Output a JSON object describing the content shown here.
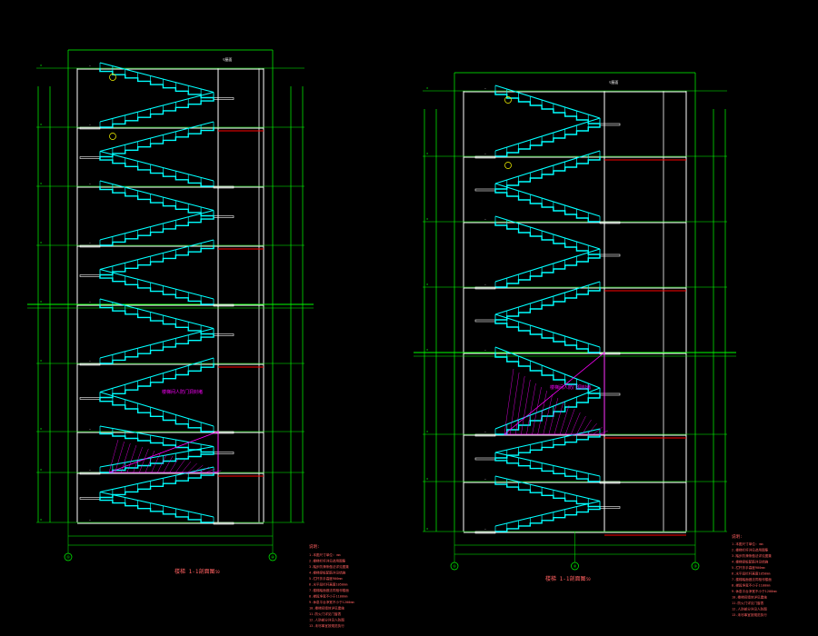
{
  "drawings": [
    {
      "id": "left",
      "caption": "楼梯 1-1剖面图",
      "scale": "1:50",
      "axis_bubbles": [
        "①",
        "④"
      ],
      "top_label": "▽屋面",
      "hatch_note": "楼梯间人防门洞封堵",
      "floor_count": 8
    },
    {
      "id": "right",
      "caption": "楼梯 1-1剖面图",
      "scale": "1:50",
      "axis_bubbles": [
        "①",
        "②",
        "③"
      ],
      "top_label": "▽屋面",
      "hatch_note": "楼梯间人防门洞封堵",
      "floor_count": 7
    }
  ],
  "notes": {
    "title": "说明:",
    "lines": [
      "1.本图尺寸单位: mm",
      "2.楼梯栏杆详见选用图集",
      "3.踏步防滑条做法详见图集",
      "4.楼梯梁板配筋详见结施",
      "5.栏杆扶手高度900mm",
      "6.水平段栏杆高度1050mm",
      "7.楼梯踏面做法同相邻楼面",
      "8.梯段净宽不小于1100mm",
      "9.休息平台净宽不小于1200mm",
      "10.楼梯间墙体详见建施",
      "11.防火门详见门窗表",
      "12.人防部分详见人防图",
      "13.未尽事宜按规范执行"
    ]
  },
  "colors": {
    "background": "#000000",
    "stair": "#00ffff",
    "frame": "#00ff00",
    "wall": "#ffffff",
    "slab_red": "#ff0000",
    "hatch": "#ff00ff",
    "notes_text": "#ff6060",
    "label_yellow": "#ffff00"
  }
}
